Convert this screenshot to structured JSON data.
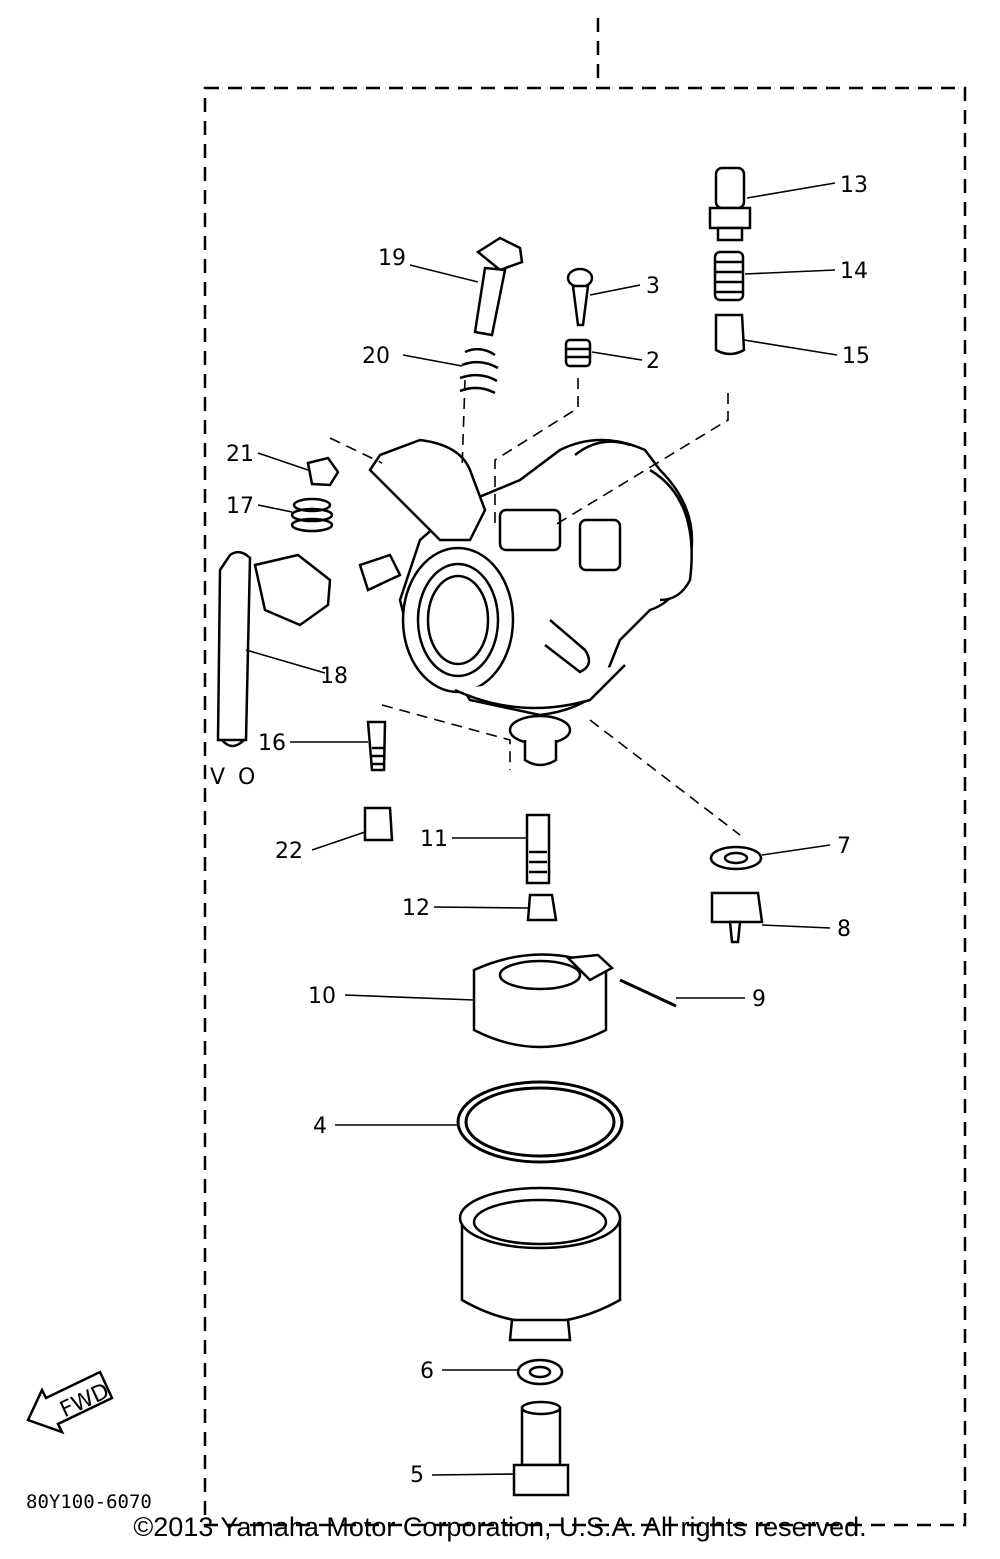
{
  "diagram": {
    "drawing_code": "80Y100-6070",
    "fwd_label": "FWD",
    "wire_labels": [
      "V",
      "O"
    ],
    "callouts": [
      "2",
      "3",
      "4",
      "5",
      "6",
      "7",
      "8",
      "9",
      "10",
      "11",
      "12",
      "13",
      "14",
      "15",
      "16",
      "17",
      "18",
      "19",
      "20",
      "21",
      "22"
    ]
  },
  "footer": {
    "copyright": "©2013 Yamaha Motor Corporation, U.S.A. All rights reserved."
  },
  "colors": {
    "ink": "#000000",
    "paper": "#ffffff"
  }
}
